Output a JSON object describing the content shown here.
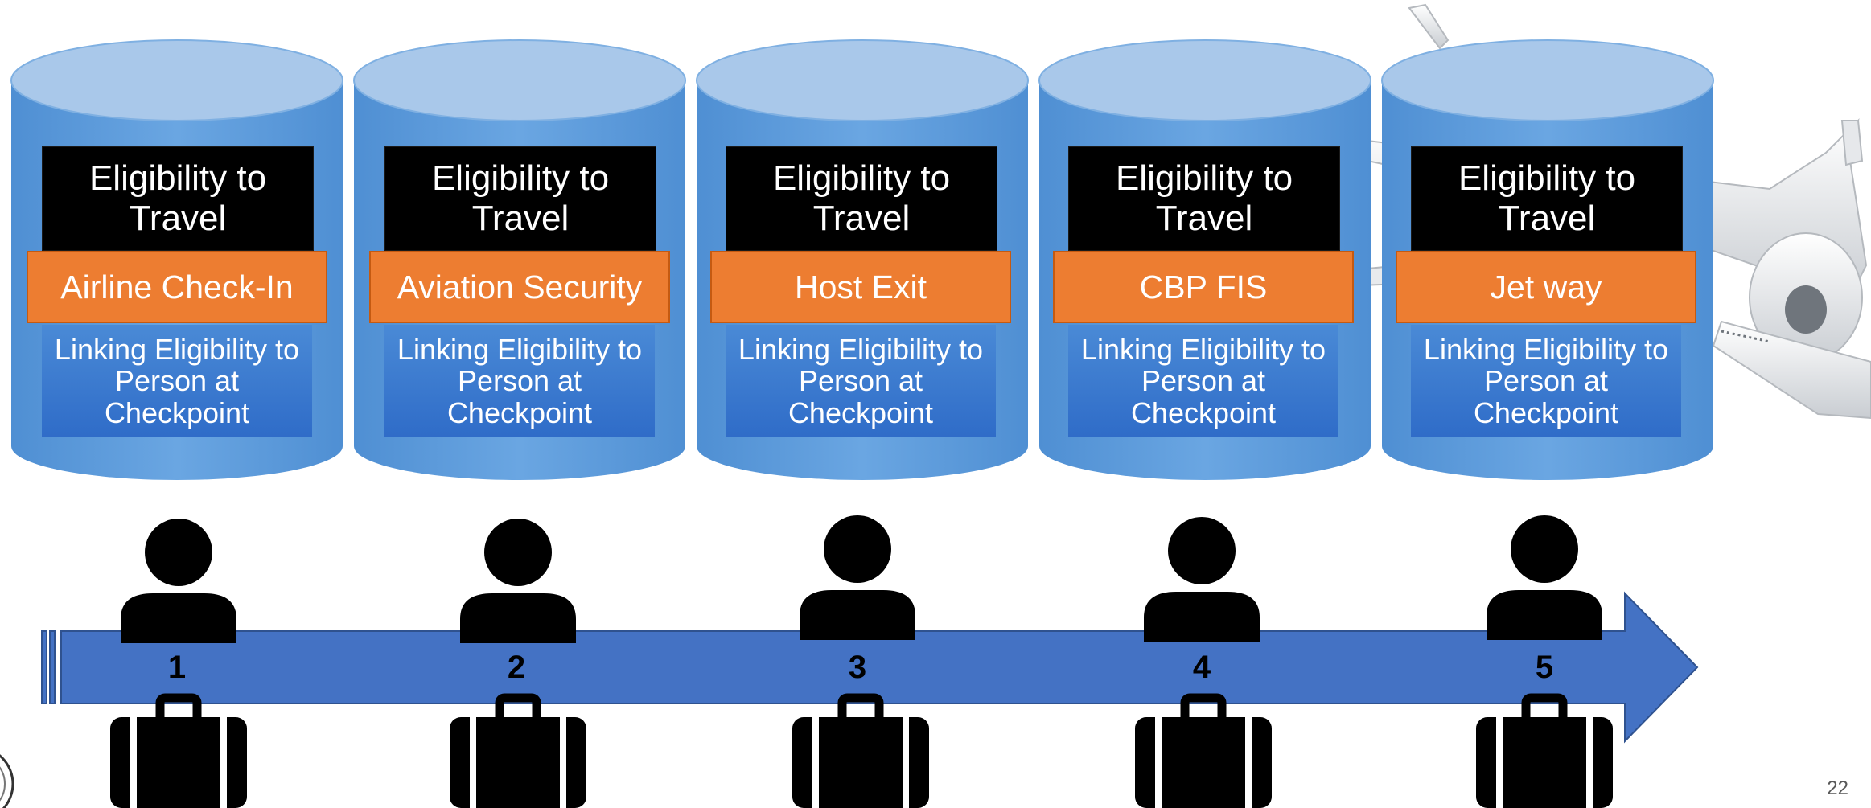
{
  "stages": [
    {
      "step": "1",
      "header": "Eligibility to Travel",
      "name": "Airline Check-In",
      "detail": "Linking Eligibility to Person at Checkpoint"
    },
    {
      "step": "2",
      "header": "Eligibility to Travel",
      "name": "Aviation Security",
      "detail": "Linking Eligibility to Person at Checkpoint"
    },
    {
      "step": "3",
      "header": "Eligibility to Travel",
      "name": "Host Exit",
      "detail": "Linking Eligibility to Person at Checkpoint"
    },
    {
      "step": "4",
      "header": "Eligibility to Travel",
      "name": "CBP FIS",
      "detail": "Linking Eligibility to Person at Checkpoint"
    },
    {
      "step": "5",
      "header": "Eligibility to Travel",
      "name": "Jet way",
      "detail": "Linking Eligibility to Person at Checkpoint"
    }
  ],
  "icons": {
    "stage": "database-cylinder",
    "traveler": "person-icon",
    "luggage": "suitcase-icon",
    "flow": "right-arrow",
    "aircraft": "airplane-icon"
  },
  "colors": {
    "cylinder": "#5b9bd5",
    "cylinder_top": "#a9c8ea",
    "stage_name": "#ed7d31",
    "arrow": "#4472c4"
  },
  "page_number": "22"
}
